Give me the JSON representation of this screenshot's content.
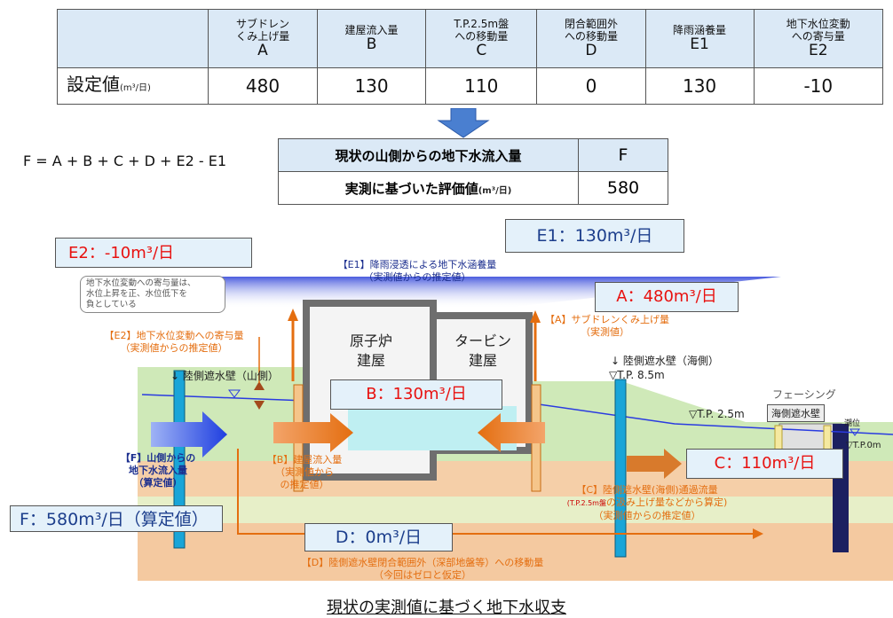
{
  "table": {
    "headers": [
      {
        "line1": "サブドレン",
        "line2": "くみ上げ量",
        "code": "A"
      },
      {
        "line1": "建屋流入量",
        "line2": "",
        "code": "B"
      },
      {
        "line1": "T.P.2.5m盤",
        "line2": "への移動量",
        "code": "C"
      },
      {
        "line1": "閉合範囲外",
        "line2": "への移動量",
        "code": "D"
      },
      {
        "line1": "降雨涵養量",
        "line2": "",
        "code": "E1"
      },
      {
        "line1": "地下水位変動",
        "line2": "への寄与量",
        "code": "E2"
      }
    ],
    "row_label": "設定値",
    "row_unit": "(m³/日)",
    "values": [
      "480",
      "130",
      "110",
      "0",
      "130",
      "-10"
    ]
  },
  "formula": "F = A + B + C + D + E2 - E1",
  "f_table": {
    "header": "現状の山側からの地下水流入量",
    "header_code": "F",
    "row_label": "実測に基づいた評価値",
    "row_unit": "(m³/日)",
    "value": "580"
  },
  "labels": {
    "e1_box": "E1：130m³/日",
    "e2_box": "E2：-10m³/日",
    "a_box": "A：480m³/日",
    "b_box": "B：130m³/日",
    "c_box": "C：110m³/日",
    "d_box": "D：0m³/日",
    "f_box": "F：580m³/日（算定値）",
    "e1_desc_1": "【E1】降雨浸透による地下水涵養量",
    "e1_desc_2": "（実測値からの推定値）",
    "note_1": "地下水位変動への寄与量は、",
    "note_2": "水位上昇を正、水位低下を",
    "note_3": "負としている",
    "e2_desc_1": "【E2】地下水位変動への寄与量",
    "e2_desc_2": "（実測値からの推定値）",
    "a_desc_1": "【A】サブドレンくみ上げ量",
    "a_desc_2": "（実測値）",
    "reactor_1": "原子炉",
    "reactor_2": "建屋",
    "turbine_1": "タービン",
    "turbine_2": "建屋",
    "wall_mountain": "↓ 陸側遮水壁（山側）",
    "wall_sea": "↓ 陸側遮水壁（海側）",
    "tp85": "▽T.P. 8.5m",
    "tp25": "▽T.P. 2.5m",
    "facing": "フェーシング",
    "sea_wall": "海側遮水壁",
    "water_level": "潮位",
    "tp0": "▽T.P.0m",
    "f_desc_1": "【F】山側からの",
    "f_desc_2": "地下水流入量",
    "f_desc_3": "（算定値）",
    "b_desc_1": "【B】建屋流入量",
    "b_desc_2": "（実測値から",
    "b_desc_3": "の推定値）",
    "c_desc_1": "【C】陸側遮水壁(海側)通過流量",
    "c_desc_2": "(T.P.2.5m盤",
    "c_desc_3": "の汲み上げ量などから算定)",
    "c_desc_4": "（実測値からの推定値）",
    "d_desc_1": "【D】陸側遮水壁閉合範囲外（深部地盤等）への移動量",
    "d_desc_2": "（今回はゼロと仮定）"
  },
  "caption": "現状の実測値に基づく地下水収支",
  "colors": {
    "orange": "#e46e10",
    "navy": "#1c2f8f",
    "red": "#e8110f",
    "header_bg": "#dbe9f6"
  }
}
